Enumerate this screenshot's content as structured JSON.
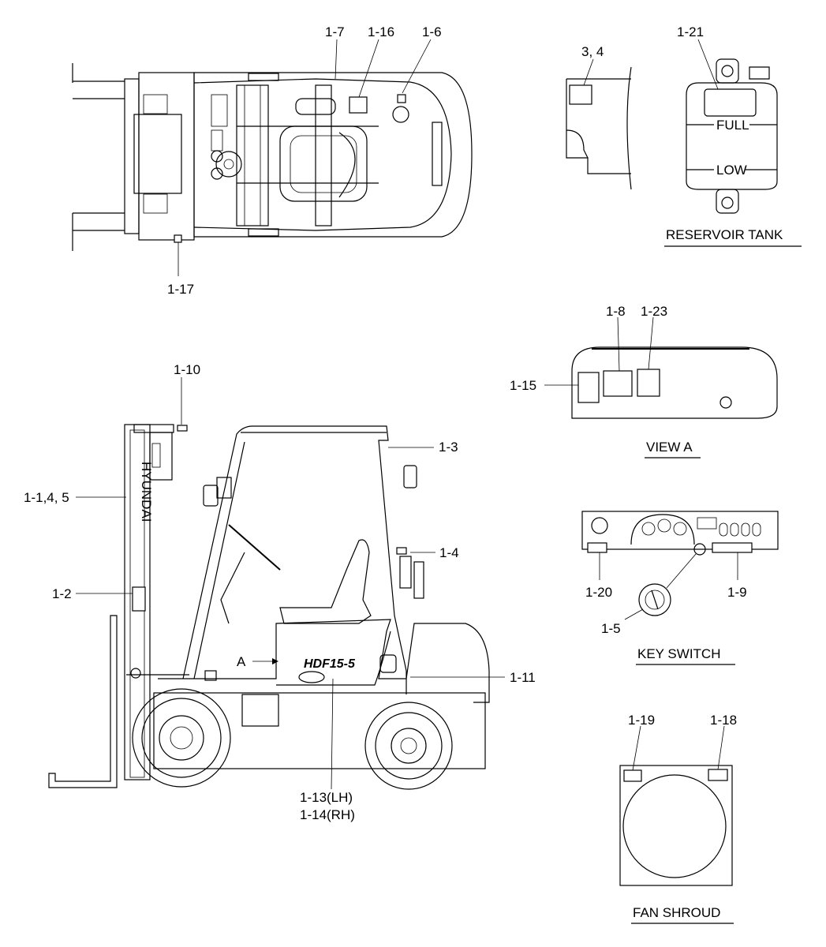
{
  "top_view": {
    "callouts": [
      "1-7",
      "1-16",
      "1-6",
      "1-17"
    ]
  },
  "side_view": {
    "callouts": [
      "1-10",
      "1-3",
      "1-1,4, 5",
      "1-4",
      "1-2",
      "1-11",
      "1-13(LH)",
      "1-14(RH)"
    ],
    "mast_brand": "HYUNDAI",
    "model_badge": "HDF15-5",
    "view_marker": "A"
  },
  "decal_34": {
    "callout": "3, 4"
  },
  "reservoir_tank": {
    "title": "RESERVOIR TANK",
    "callout": "1-21",
    "level_full": "FULL",
    "level_low": "LOW"
  },
  "view_a": {
    "title": "VIEW A",
    "callouts": [
      "1-8",
      "1-23",
      "1-15"
    ]
  },
  "key_switch": {
    "title": "KEY SWITCH",
    "callouts": [
      "1-20",
      "1-9",
      "1-5"
    ]
  },
  "fan_shroud": {
    "title": "FAN SHROUD",
    "callouts": [
      "1-19",
      "1-18"
    ]
  }
}
